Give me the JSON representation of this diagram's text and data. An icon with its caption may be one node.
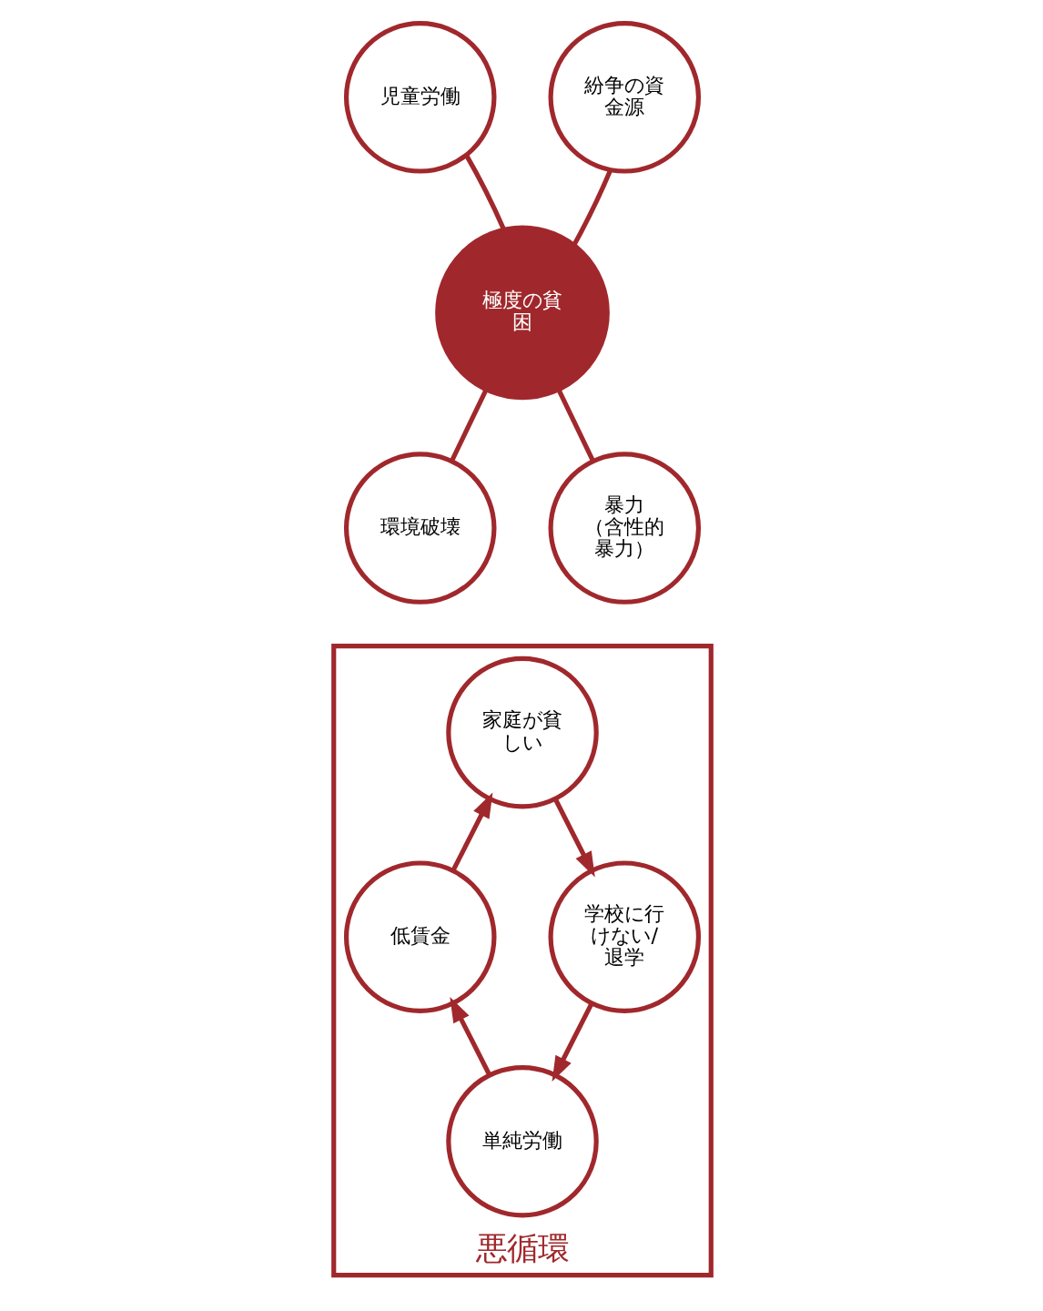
{
  "diagram": {
    "nodes": [
      {
        "text": [
          "極度の貧困"
        ]
      },
      {
        "text": [
          "児童労働"
        ]
      },
      {
        "text": [
          "紛争の資金源"
        ]
      },
      {
        "text": [
          "環境破壊"
        ]
      },
      {
        "text": [
          "暴力",
          "（含性的暴力）"
        ]
      },
      {
        "text": [
          "悪循環"
        ]
      },
      {
        "text": [
          "家庭が貧しい"
        ],
        "in": 5
      },
      {
        "text": [
          "学校に行けない/退学"
        ],
        "in": 5
      },
      {
        "text": [
          "単純労働"
        ],
        "in": 5
      },
      {
        "text": [
          "低賃金"
        ],
        "in": 5
      }
    ],
    "edges": [
      {
        "from": 0,
        "to": 1,
        "arrow": "none"
      },
      {
        "from": 0,
        "to": 2,
        "arrow": "none"
      },
      {
        "from": 0,
        "to": 3,
        "arrow": "none"
      },
      {
        "from": 0,
        "to": 4,
        "arrow": "none"
      },
      {
        "from": 6,
        "to": 7,
        "arrow": "to"
      },
      {
        "from": 7,
        "to": 8,
        "arrow": "to"
      },
      {
        "from": 8,
        "to": 9,
        "arrow": "to"
      },
      {
        "from": 9,
        "to": 6,
        "arrow": "to"
      }
    ]
  }
}
